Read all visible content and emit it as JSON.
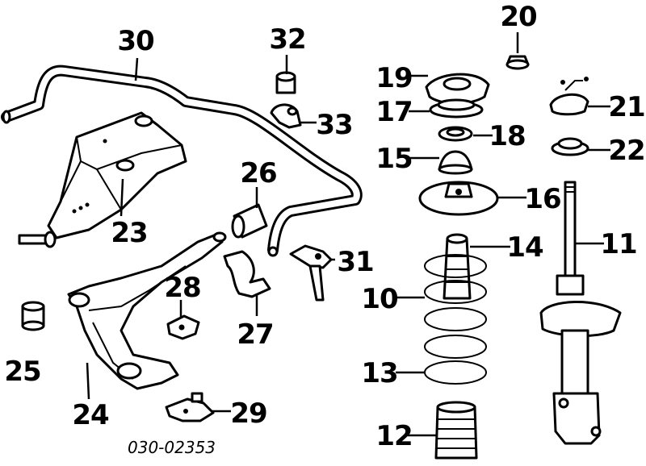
{
  "diagram": {
    "code": "030-02353",
    "callouts": {
      "p10": "10",
      "p11": "11",
      "p12": "12",
      "p13": "13",
      "p14": "14",
      "p15": "15",
      "p16": "16",
      "p17": "17",
      "p18": "18",
      "p19": "19",
      "p20": "20",
      "p21": "21",
      "p22": "22",
      "p23": "23",
      "p24": "24",
      "p25": "25",
      "p26": "26",
      "p27": "27",
      "p28": "28",
      "p29": "29",
      "p30": "30",
      "p31": "31",
      "p32": "32",
      "p33": "33"
    },
    "colors": {
      "ink": "#000000",
      "paper": "#ffffff"
    }
  }
}
